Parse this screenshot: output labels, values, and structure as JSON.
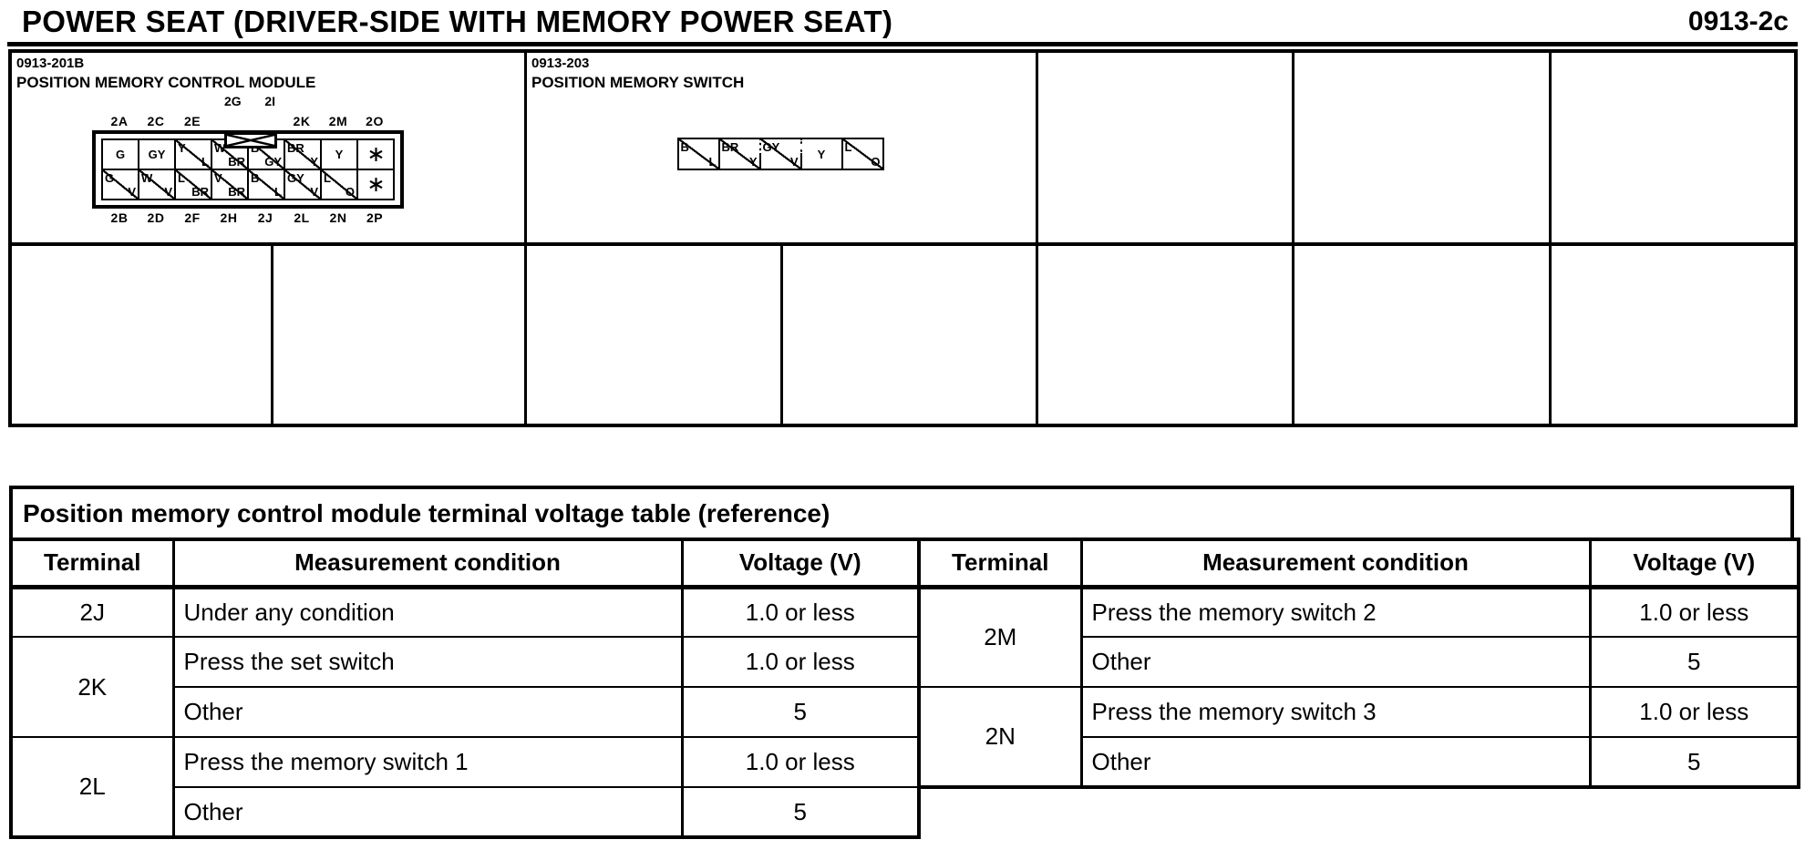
{
  "header": {
    "title": "POWER SEAT (DRIVER-SIDE WITH MEMORY POWER SEAT)",
    "page_code": "0913-2c"
  },
  "connector_module": {
    "id": "0913-201B",
    "name": "POSITION MEMORY CONTROL MODULE",
    "above_labels": [
      "2G",
      "2I"
    ],
    "top_labels": [
      "2A",
      "2C",
      "2E",
      "",
      "",
      "2K",
      "2M",
      "2O"
    ],
    "bottom_labels": [
      "2B",
      "2D",
      "2F",
      "2H",
      "2J",
      "2L",
      "2N",
      "2P"
    ],
    "pins_top": [
      {
        "main": "G"
      },
      {
        "main": "GY"
      },
      {
        "main": "Y",
        "sub": "L"
      },
      {
        "main": "W",
        "sub": "BR"
      },
      {
        "main": "B",
        "sub": "GY"
      },
      {
        "main": "BR",
        "sub": "Y"
      },
      {
        "main": "Y"
      },
      {
        "star": "*"
      }
    ],
    "pins_bottom": [
      {
        "main": "G",
        "sub": "V"
      },
      {
        "main": "W",
        "sub": "V"
      },
      {
        "main": "L",
        "sub": "BR"
      },
      {
        "main": "V",
        "sub": "BR"
      },
      {
        "main": "B",
        "sub": "L"
      },
      {
        "main": "GY",
        "sub": "V"
      },
      {
        "main": "L",
        "sub": "O"
      },
      {
        "star": "*"
      }
    ]
  },
  "connector_switch": {
    "id": "0913-203",
    "name": "POSITION MEMORY SWITCH",
    "pins": [
      {
        "main": "B",
        "sub": "L"
      },
      {
        "main": "BR",
        "sub": "Y"
      },
      {
        "main": "GY",
        "sub": "V"
      },
      {
        "main": "Y"
      },
      {
        "main": "L",
        "sub": "O"
      }
    ]
  },
  "voltage_table": {
    "title": "Position memory control module terminal voltage table (reference)",
    "headers": {
      "terminal": "Terminal",
      "condition": "Measurement condition",
      "voltage": "Voltage (V)"
    },
    "left_rows": [
      {
        "terminal": "2J",
        "cells": [
          {
            "condition": "Under any condition",
            "voltage": "1.0 or less"
          }
        ]
      },
      {
        "terminal": "2K",
        "cells": [
          {
            "condition": "Press the set switch",
            "voltage": "1.0 or less"
          },
          {
            "condition": "Other",
            "voltage": "5"
          }
        ]
      },
      {
        "terminal": "2L",
        "cells": [
          {
            "condition": "Press the memory switch 1",
            "voltage": "1.0 or less"
          },
          {
            "condition": "Other",
            "voltage": "5"
          }
        ]
      }
    ],
    "right_rows": [
      {
        "terminal": "2M",
        "cells": [
          {
            "condition": "Press the memory switch 2",
            "voltage": "1.0 or less"
          },
          {
            "condition": "Other",
            "voltage": "5"
          }
        ]
      },
      {
        "terminal": "2N",
        "cells": [
          {
            "condition": "Press the memory switch 3",
            "voltage": "1.0 or less"
          },
          {
            "condition": "Other",
            "voltage": "5"
          }
        ]
      }
    ]
  }
}
